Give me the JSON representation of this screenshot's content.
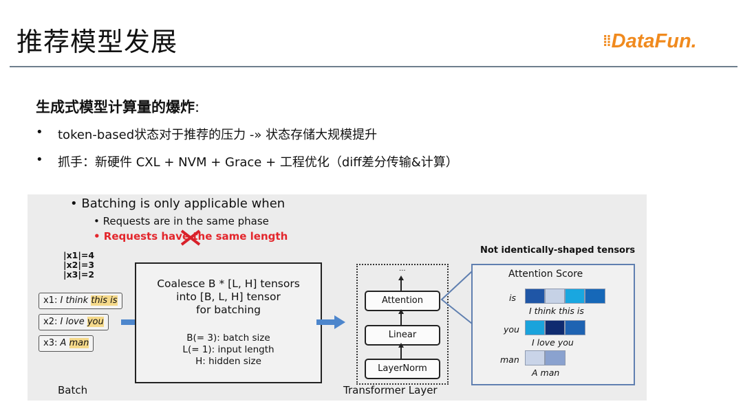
{
  "header": {
    "title": "推荐模型发展",
    "logo_text": "DataFun."
  },
  "section": {
    "heading": "生成式模型计算量的爆炸",
    "heading_colon": ":",
    "bullets": [
      "token-based状态对于推荐的压力 -» 状态存储大规模提升",
      "抓手：新硬件 CXL + NVM + Grace + 工程优化（diff差分传输&计算）"
    ]
  },
  "figure": {
    "bullet_main": "• Batching is only applicable when",
    "bullet_sub1": "• Requests are in the same phase",
    "bullet_sub2": "• Requests have the same length",
    "sizes": [
      "|x1|=4",
      "|x2|=3",
      "|x3|=2"
    ],
    "inputs": [
      {
        "prefix": "x1: ",
        "plain": "I think ",
        "highlight": "this is"
      },
      {
        "prefix": "x2: ",
        "plain": "I love ",
        "highlight": "you"
      },
      {
        "prefix": "x3: ",
        "plain": "A ",
        "highlight": "man"
      }
    ],
    "batch_label": "Batch",
    "coalesce_lines": [
      "Coalesce B * [L, H] tensors",
      "into [B, L, H] tensor",
      "for batching"
    ],
    "param_lines": [
      "B(= 3): batch size",
      "L(= 1): input length",
      "H: hidden size"
    ],
    "transformer": {
      "ellipsis": "...",
      "blocks": [
        "Attention",
        "Linear",
        "LayerNorm"
      ],
      "label": "Transformer Layer"
    },
    "attention": {
      "caption": "Not identically-shaped tensors",
      "title": "Attention Score",
      "rows": [
        {
          "token": "is",
          "sentence": "I  think  this  is",
          "colors": [
            "#1f56a6",
            "#c6d2e6",
            "#19a7e0",
            "#1668b8"
          ]
        },
        {
          "token": "you",
          "sentence": "I   love  you",
          "colors": [
            "#1aa3dc",
            "#0f2b70",
            "#1e63b2"
          ]
        },
        {
          "token": "man",
          "sentence": "A  man",
          "colors": [
            "#c9d4e8",
            "#8aa2cf"
          ]
        }
      ]
    }
  }
}
